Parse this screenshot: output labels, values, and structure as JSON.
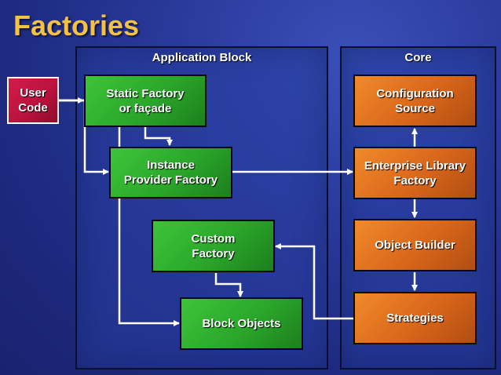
{
  "title": "Factories",
  "panels": {
    "application_block": "Application Block",
    "core": "Core"
  },
  "boxes": {
    "user_code": "User\nCode",
    "static_factory": "Static Factory\nor façade",
    "instance_provider_factory": "Instance\nProvider Factory",
    "custom_factory": "Custom\nFactory",
    "block_objects": "Block Objects",
    "configuration_source": "Configuration\nSource",
    "enterprise_library_factory": "Enterprise Library\nFactory",
    "object_builder": "Object Builder",
    "strategies": "Strategies"
  },
  "colors": {
    "title": "#f4c242",
    "green_box": "#2aa62a",
    "orange_box": "#d9661a",
    "user_code_box": "#b8123c",
    "arrow": "#ffffff"
  }
}
